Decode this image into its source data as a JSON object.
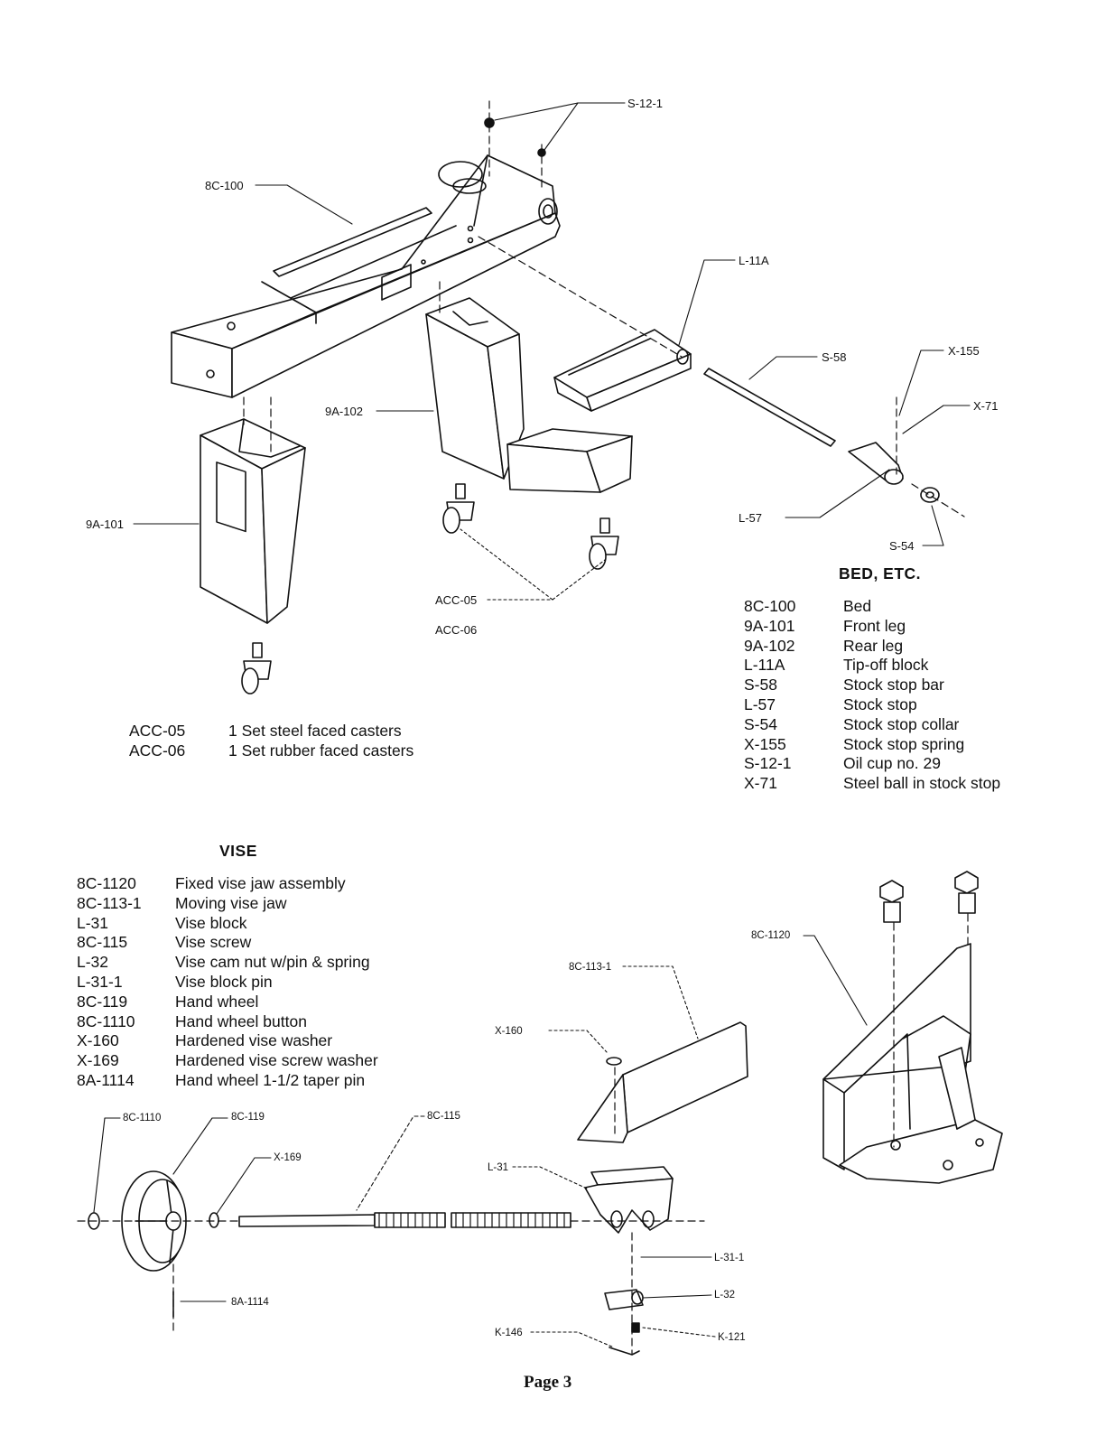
{
  "callouts": [
    {
      "id": "s12_1_top",
      "text": "S-12-1"
    },
    {
      "id": "c8c100",
      "text": "8C-100"
    },
    {
      "id": "l11a",
      "text": "L-11A"
    },
    {
      "id": "x155",
      "text": "X-155"
    },
    {
      "id": "s58",
      "text": "S-58"
    },
    {
      "id": "x71",
      "text": "X-71"
    },
    {
      "id": "a9a102",
      "text": "9A-102"
    },
    {
      "id": "a9a101",
      "text": "9A-101"
    },
    {
      "id": "l57",
      "text": "L-57"
    },
    {
      "id": "s54",
      "text": "S-54"
    },
    {
      "id": "acc05",
      "text": "ACC-05"
    },
    {
      "id": "acc06",
      "text": "ACC-06"
    },
    {
      "id": "c8c1120",
      "text": "8C-1120"
    },
    {
      "id": "c8c1131",
      "text": "8C-113-1"
    },
    {
      "id": "x160",
      "text": "X-160"
    },
    {
      "id": "c8c1110",
      "text": "8C-1110"
    },
    {
      "id": "c8c119",
      "text": "8C-119"
    },
    {
      "id": "c8c115",
      "text": "8C-115"
    },
    {
      "id": "x169",
      "text": "X-169"
    },
    {
      "id": "l31",
      "text": "L-31"
    },
    {
      "id": "l311",
      "text": "L-31-1"
    },
    {
      "id": "l32",
      "text": "L-32"
    },
    {
      "id": "a8a1114",
      "text": "8A-1114"
    },
    {
      "id": "k146",
      "text": "K-146"
    },
    {
      "id": "k121",
      "text": "K-121"
    }
  ],
  "casters": {
    "items": [
      {
        "code": "ACC-05",
        "desc": "1 Set steel faced casters"
      },
      {
        "code": "ACC-06",
        "desc": "1 Set rubber faced casters"
      }
    ]
  },
  "bed": {
    "title": "BED, ETC.",
    "items": [
      {
        "code": "8C-100",
        "desc": "Bed"
      },
      {
        "code": "9A-101",
        "desc": "Front leg"
      },
      {
        "code": "9A-102",
        "desc": "Rear leg"
      },
      {
        "code": "L-11A",
        "desc": "Tip-off block"
      },
      {
        "code": "S-58",
        "desc": "Stock stop bar"
      },
      {
        "code": "L-57",
        "desc": "Stock stop"
      },
      {
        "code": "S-54",
        "desc": "Stock stop collar"
      },
      {
        "code": "X-155",
        "desc": "Stock stop spring"
      },
      {
        "code": "S-12-1",
        "desc": "Oil cup no. 29"
      },
      {
        "code": "X-71",
        "desc": "Steel ball in stock stop"
      }
    ]
  },
  "vise": {
    "title": "VISE",
    "items": [
      {
        "code": "8C-1120",
        "desc": "Fixed vise jaw assembly"
      },
      {
        "code": "8C-113-1",
        "desc": "Moving vise jaw"
      },
      {
        "code": "L-31",
        "desc": "Vise block"
      },
      {
        "code": "8C-115",
        "desc": "Vise screw"
      },
      {
        "code": "L-32",
        "desc": "Vise cam nut w/pin & spring"
      },
      {
        "code": "L-31-1",
        "desc": "Vise block pin"
      },
      {
        "code": "8C-119",
        "desc": "Hand wheel"
      },
      {
        "code": "8C-1110",
        "desc": "Hand wheel button"
      },
      {
        "code": "X-160",
        "desc": "Hardened vise washer"
      },
      {
        "code": "X-169",
        "desc": "Hardened vise screw washer"
      },
      {
        "code": "8A-1114",
        "desc": "Hand wheel 1-1/2 taper pin"
      }
    ]
  },
  "page": {
    "label": "Page 3"
  }
}
